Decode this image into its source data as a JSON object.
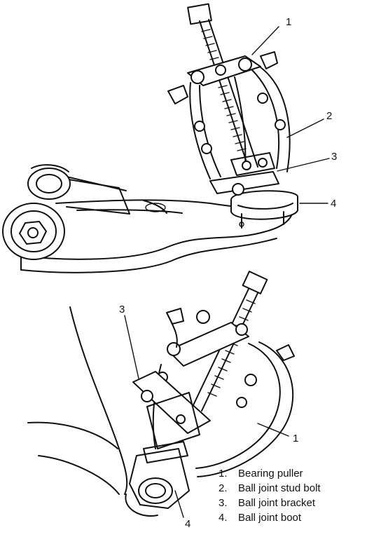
{
  "callouts": {
    "top_1": "1",
    "top_2": "2",
    "top_3": "3",
    "top_4": "4",
    "bottom_3": "3",
    "bottom_1": "1",
    "bottom_4": "4"
  },
  "legend": [
    {
      "num": "1.",
      "text": "Bearing puller"
    },
    {
      "num": "2.",
      "text": "Ball joint stud bolt"
    },
    {
      "num": "3.",
      "text": "Ball joint bracket"
    },
    {
      "num": "4.",
      "text": "Ball joint boot"
    }
  ]
}
